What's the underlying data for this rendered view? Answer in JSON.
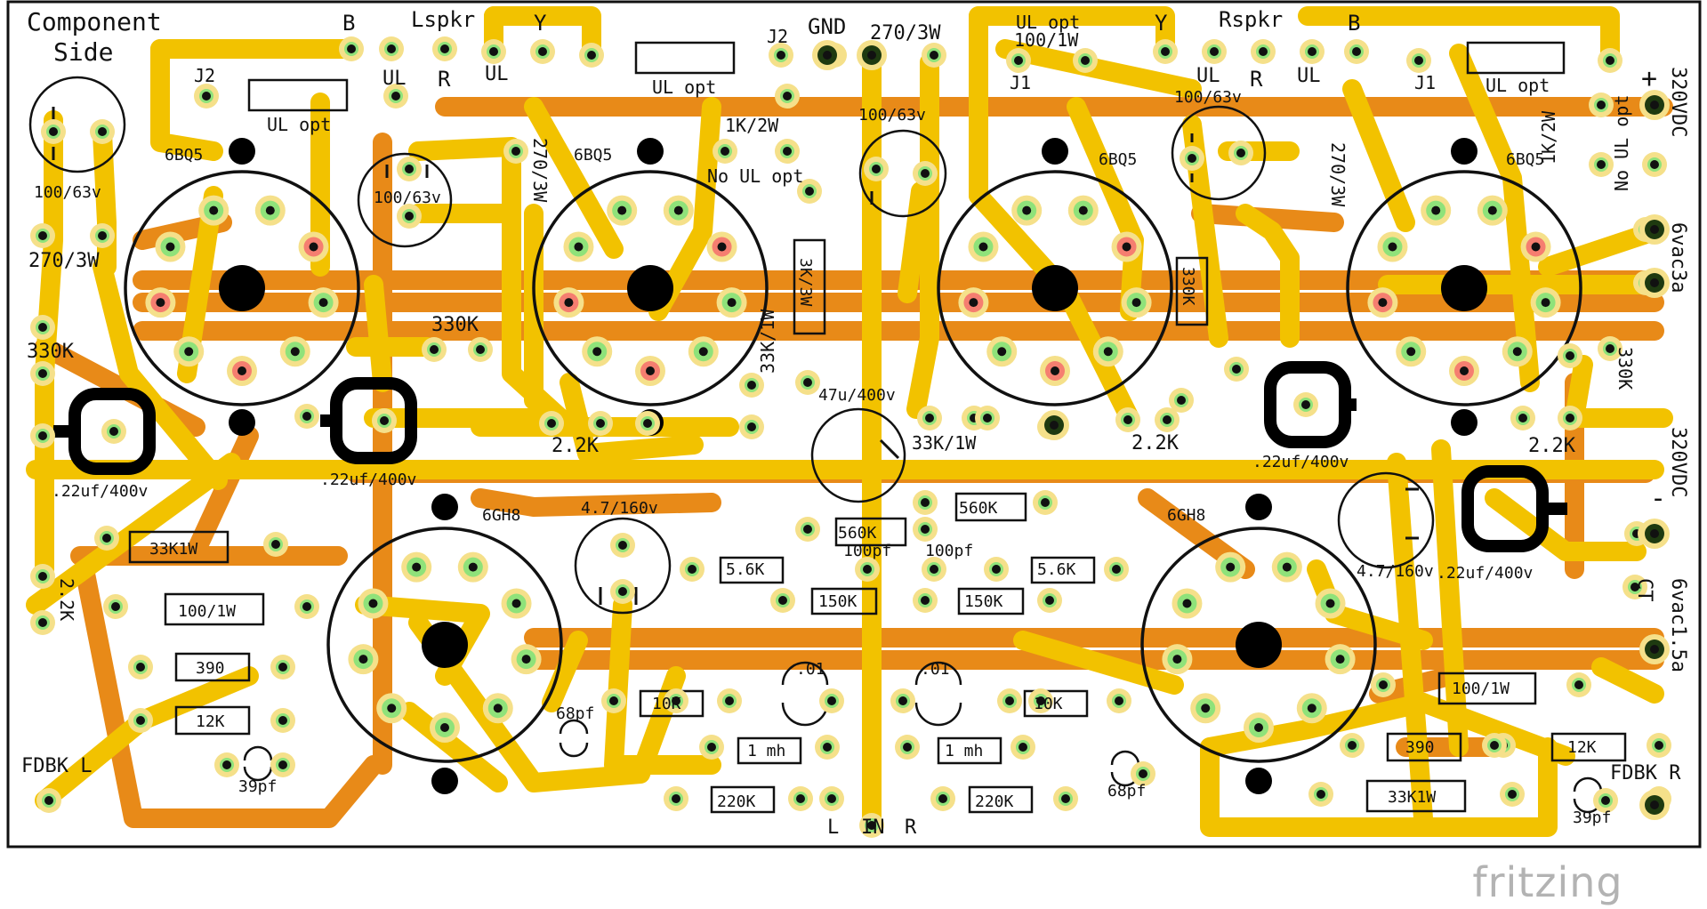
{
  "board": {
    "title_line1": "Component",
    "title_line2": "Side",
    "brand": "fritzing"
  },
  "colors": {
    "outline": "#111111",
    "bottom_trace": "#e88a18",
    "top_trace": "#f2c200",
    "pad_ring": "#f5e08a",
    "via": "#8fe27a",
    "pin_red": "#f57e70",
    "background": "#ffffff",
    "brand": "#b3b3b3"
  },
  "labels": {
    "b_left": "B",
    "lspkr": "Lspkr",
    "y_left": "Y",
    "ul_1": "UL",
    "r_left": "R",
    "ul_2": "UL",
    "j2_top": "J2",
    "gnd": "GND",
    "r270_top": "270/3W",
    "ul_opt_right": "UL opt",
    "y_right": "Y",
    "rspkr": "Rspkr",
    "b_right": "B",
    "ul_3": "UL",
    "r_right": "R",
    "ul_4": "UL",
    "j1_top": "J1",
    "j2_left": "J2",
    "ul_opt_left": "UL opt",
    "ul_opt_mid": "UL opt",
    "ul_opt_far": "UL opt",
    "c100_top_right": "100/1W",
    "j1_right": "J1",
    "c100_63_mid": "100/63v",
    "c100_63_right": "100/63v",
    "k1_2w_mid": "1K/2W",
    "no_ul_opt_mid": "No UL opt",
    "k1_2w_right": "1K/2W",
    "no_ul_opt_right": "No UL opt",
    "plus": "+",
    "v320_top": "320VDC",
    "tube_6bq5_1": "6BQ5",
    "tube_6bq5_2": "6BQ5",
    "tube_6bq5_3": "6BQ5",
    "tube_6bq5_4": "6BQ5",
    "c100_63_left": "100/63v",
    "c100_63_left2": "100/63v",
    "r270_left": "270/3W",
    "r270_mid": "270/3W",
    "r270_right": "270/3W",
    "r330k_left": "330K",
    "r330k_mid": "330K",
    "r330k_right": "330K",
    "r330k_right2": "330K",
    "r3k3w": "3K/3W",
    "cap22_left": ".22uf/400v",
    "cap22_mid": ".22uf/400v",
    "cap22_right": ".22uf/400v",
    "cap22_right2": ".22uf/400v",
    "r22k_1": "2.2K",
    "r22k_2": "2.2K",
    "r22k_3": "2.2K",
    "r22k_4": "2.2K",
    "r33k1w_v": "33K/1W",
    "c47u": "47u/400v",
    "r33k1w_mid": "33K/1W",
    "vac6_3": "6vac3a",
    "v320_mid": "320VDC",
    "minus": "-",
    "ct": "CT",
    "vac6_15": "6vac1.5a",
    "tube_6gh8_l": "6GH8",
    "tube_6gh8_r": "6GH8",
    "c4_7_l": "4.7/160v",
    "c4_7_r": "4.7/160v",
    "r560k_l": "560K",
    "r560k_r": "560K",
    "c100pf_l": "100pf",
    "c100pf_r": "100pf",
    "r5_6k_l": "5.6K",
    "r5_6k_r": "5.6K",
    "r150k_l": "150K",
    "r150k_r": "150K",
    "r33k1w_box_l": "33K1W",
    "r100_1w_box_l": "100/1W",
    "r390_l": "390",
    "r12k_l": "12K",
    "fdbk_l": "FDBK L",
    "c39pf_l": "39pf",
    "c68pf_l": "68pf",
    "r10k_l": "10K",
    "c01_l": ".01",
    "c01_r": ".01",
    "ind_l": "1 mh",
    "ind_r": "1 mh",
    "r220k_l": "220K",
    "r220k_r": "220K",
    "in_l": "L",
    "in": "IN",
    "in_r": "R",
    "c68pf_r": "68pf",
    "r10k_r": "10K",
    "r100_1w_box_r": "100/1W",
    "r390_r": "390",
    "r12k_r": "12K",
    "fdbk_r": "FDBK R",
    "r33k1w_box_r": "33K1W",
    "c39pf_r": "39pf"
  }
}
